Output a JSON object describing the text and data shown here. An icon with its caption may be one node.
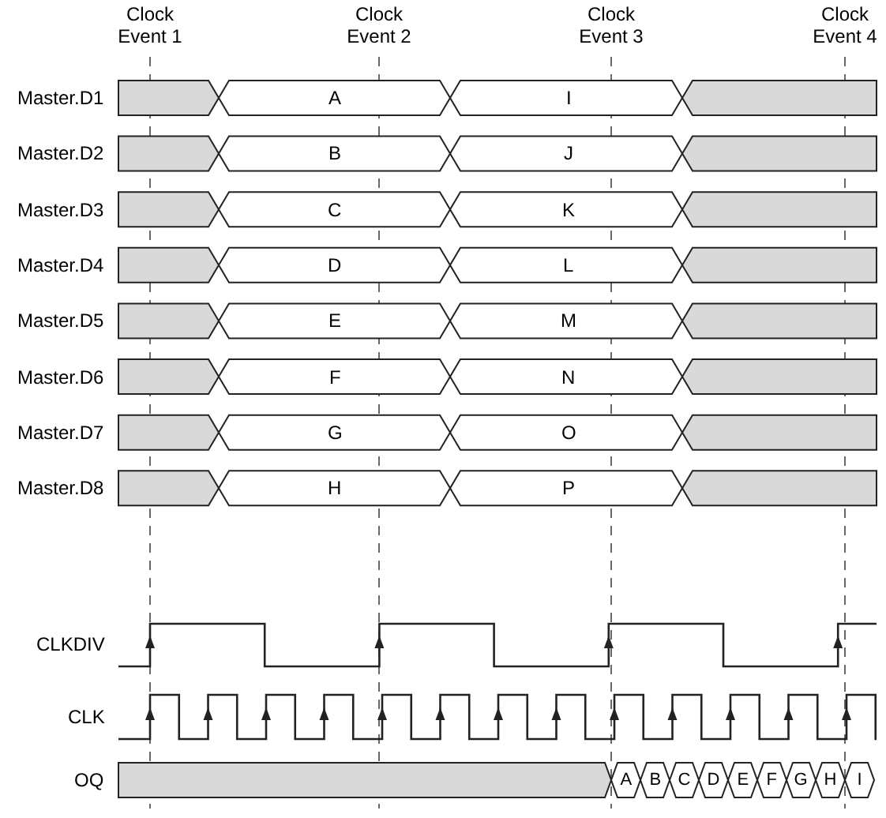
{
  "diagram": {
    "labels": [
      "Clock Event 1",
      "Clock Event 2",
      "Clock Event 3",
      "Clock Event 4",
      "Master.D1",
      "A",
      "I",
      "Master.D2",
      "B",
      "J",
      "Master.D3",
      "C",
      "K",
      "Master.D4",
      "D",
      "L",
      "Master.D5",
      "E",
      "M",
      "Master.D6",
      "F",
      "N",
      "Master.D7",
      "G",
      "O",
      "Master.D8",
      "H",
      "P",
      "CLKDIV",
      "CLK",
      "OQ",
      "A",
      "B",
      "C",
      "D",
      "E",
      "F",
      "G",
      "H",
      "I"
    ]
  }
}
